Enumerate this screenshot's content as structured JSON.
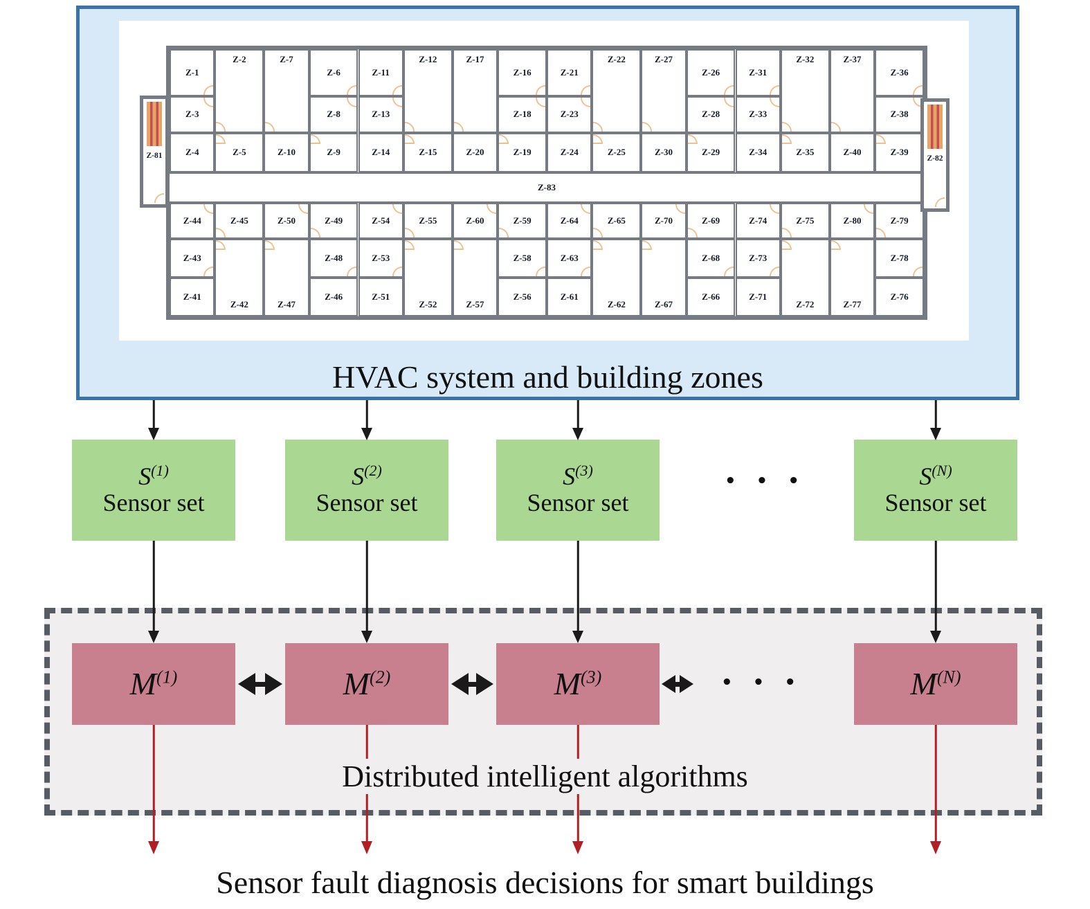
{
  "hvac": {
    "title": "HVAC system and building zones"
  },
  "floorplan": {
    "corridor_label": "Z-83",
    "left_unit_label": "Z-81",
    "right_unit_label": "Z-82",
    "top_modules": [
      {
        "type": "A",
        "small_top": "Z-1",
        "tall": "Z-2",
        "mid": "Z-3",
        "bottom_left": "Z-4",
        "bottom_right": "Z-5"
      },
      {
        "type": "B",
        "small_top": "Z-6",
        "tall": "Z-7",
        "mid": "Z-8",
        "bottom_left": "Z-10",
        "bottom_right": "Z-9"
      },
      {
        "type": "A",
        "small_top": "Z-11",
        "tall": "Z-12",
        "mid": "Z-13",
        "bottom_left": "Z-14",
        "bottom_right": "Z-15"
      },
      {
        "type": "B",
        "small_top": "Z-16",
        "tall": "Z-17",
        "mid": "Z-18",
        "bottom_left": "Z-20",
        "bottom_right": "Z-19"
      },
      {
        "type": "A",
        "small_top": "Z-21",
        "tall": "Z-22",
        "mid": "Z-23",
        "bottom_left": "Z-24",
        "bottom_right": "Z-25"
      },
      {
        "type": "B",
        "small_top": "Z-26",
        "tall": "Z-27",
        "mid": "Z-28",
        "bottom_left": "Z-30",
        "bottom_right": "Z-29"
      },
      {
        "type": "A",
        "small_top": "Z-31",
        "tall": "Z-32",
        "mid": "Z-33",
        "bottom_left": "Z-34",
        "bottom_right": "Z-35"
      },
      {
        "type": "B",
        "small_top": "Z-36",
        "tall": "Z-37",
        "mid": "Z-38",
        "bottom_left": "Z-40",
        "bottom_right": "Z-39"
      }
    ],
    "bottom_modules": [
      {
        "type": "A",
        "corridor_left": "Z-44",
        "corridor_right": "Z-45",
        "mid": "Z-43",
        "tall": "Z-42",
        "bottom_small": "Z-41"
      },
      {
        "type": "B",
        "corridor_left": "Z-50",
        "corridor_right": "Z-49",
        "mid": "Z-48",
        "tall": "Z-47",
        "bottom_small": "Z-46"
      },
      {
        "type": "A",
        "corridor_left": "Z-54",
        "corridor_right": "Z-55",
        "mid": "Z-53",
        "tall": "Z-52",
        "bottom_small": "Z-51"
      },
      {
        "type": "B",
        "corridor_left": "Z-60",
        "corridor_right": "Z-59",
        "mid": "Z-58",
        "tall": "Z-57",
        "bottom_small": "Z-56"
      },
      {
        "type": "A",
        "corridor_left": "Z-64",
        "corridor_right": "Z-65",
        "mid": "Z-63",
        "tall": "Z-62",
        "bottom_small": "Z-61"
      },
      {
        "type": "B",
        "corridor_left": "Z-70",
        "corridor_right": "Z-69",
        "mid": "Z-68",
        "tall": "Z-67",
        "bottom_small": "Z-66"
      },
      {
        "type": "A",
        "corridor_left": "Z-74",
        "corridor_right": "Z-75",
        "mid": "Z-73",
        "tall": "Z-72",
        "bottom_small": "Z-71"
      },
      {
        "type": "B",
        "corridor_left": "Z-80",
        "corridor_right": "Z-79",
        "mid": "Z-78",
        "tall": "Z-77",
        "bottom_small": "Z-76"
      }
    ]
  },
  "sensor_sets": [
    {
      "symbol": "S",
      "superscript": "(1)",
      "label": "Sensor set"
    },
    {
      "symbol": "S",
      "superscript": "(2)",
      "label": "Sensor set"
    },
    {
      "symbol": "S",
      "superscript": "(3)",
      "label": "Sensor set"
    },
    {
      "symbol": "S",
      "superscript": "(N)",
      "label": "Sensor set"
    }
  ],
  "ellipsis": "• • •",
  "algorithms": {
    "box_label": "Distributed intelligent algorithms",
    "modules": [
      {
        "symbol": "M",
        "superscript": "(1)"
      },
      {
        "symbol": "M",
        "superscript": "(2)"
      },
      {
        "symbol": "M",
        "superscript": "(3)"
      },
      {
        "symbol": "M",
        "superscript": "(N)"
      }
    ]
  },
  "caption": "Sensor fault diagnosis decisions for smart buildings",
  "colors": {
    "hvac_border": "#3b72a8",
    "hvac_fill": "#d8eaf8",
    "wall_gray": "#767b83",
    "door_tan": "#ecc291",
    "ahu_orange": "#e7a468",
    "ahu_stripe_red": "#c44f52",
    "sensor_green": "#aad792",
    "module_rose": "#c9808e",
    "dashed_fill": "#f0eeee",
    "dashed_border": "#575c64",
    "arrow_black": "#1a1a1a",
    "arrow_red": "#b11f24"
  }
}
